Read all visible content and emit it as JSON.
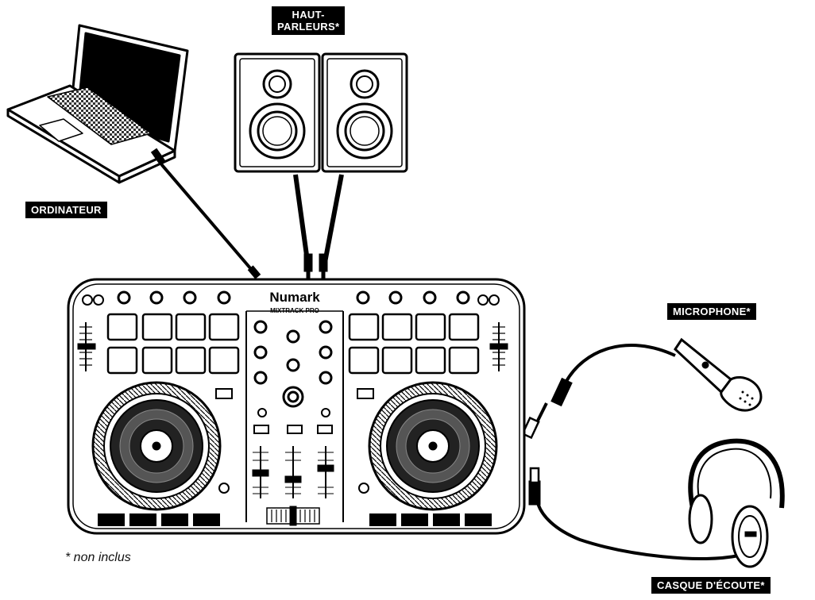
{
  "labels": {
    "speakers_line1": "HAUT-",
    "speakers_line2": "PARLEURS*",
    "computer": "ORDINATEUR",
    "microphone": "MICROPHONE*",
    "headphones": "CASQUE D'ÉCOUTE*"
  },
  "controller": {
    "brand": "Numark",
    "model": "MIXTRACK PRO"
  },
  "footnote": "* non inclus"
}
